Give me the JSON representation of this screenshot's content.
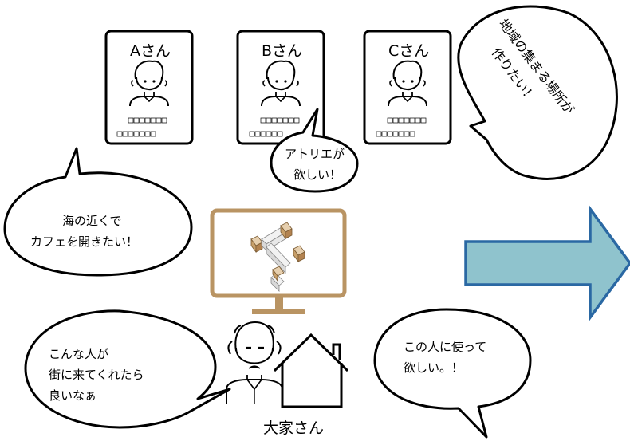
{
  "cards": [
    {
      "name": "Aさん"
    },
    {
      "name": "Bさん"
    },
    {
      "name": "Cさん"
    }
  ],
  "bubbles": {
    "atelier": [
      "アトリエが",
      "欲しい！"
    ],
    "community": [
      "地域の集まる場所が",
      "作りたい！"
    ],
    "cafe": [
      "海の近くで",
      "カフェを開きたい！"
    ],
    "person": [
      "こんな人が",
      "街に来てくれたら",
      "良いなぁ"
    ],
    "use": [
      "この人に使って",
      "欲しい。！"
    ]
  },
  "owner": {
    "label": "大家さん"
  },
  "colors": {
    "monitor": "#b99463",
    "arrow_fill": "#8fc3cd",
    "arrow_stroke": "#2a68a3"
  }
}
